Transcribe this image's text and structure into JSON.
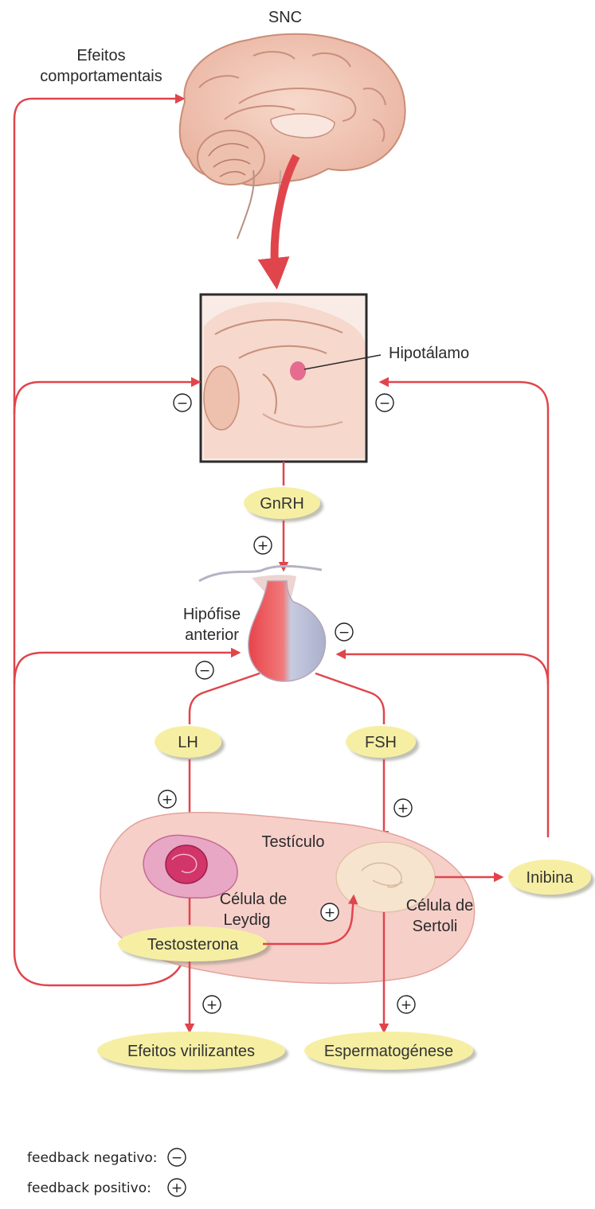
{
  "labels": {
    "snc": "SNC",
    "behavioral_effects_line1": "Efeitos",
    "behavioral_effects_line2": "comportamentais",
    "hypothalamus": "Hipotálamo",
    "pituitary_line1": "Hipófise",
    "pituitary_line2": "anterior",
    "testis": "Testículo",
    "leydig_line1": "Célula de",
    "leydig_line2": "Leydig",
    "sertoli_line1": "Célula de",
    "sertoli_line2": "Sertoli"
  },
  "hormones": {
    "gnrh": "GnRH",
    "lh": "LH",
    "fsh": "FSH",
    "inhibin": "Inibina",
    "testosterone": "Testosterona"
  },
  "outcomes": {
    "virilizing": "Efeitos virilizantes",
    "spermatogenesis": "Espermatogénese"
  },
  "signs": {
    "negative": "−",
    "positive": "+"
  },
  "legend": {
    "negative_label": "feedback negativo:",
    "positive_label": "feedback positivo:"
  },
  "colors": {
    "arrow": "#e0454c",
    "pill_fill": "#f6efa3",
    "testis_fill": "#f7cfc9",
    "brain_fill": "#f3c9b8",
    "pituitary_left": "#e8434a",
    "pituitary_right": "#c9cde0"
  }
}
